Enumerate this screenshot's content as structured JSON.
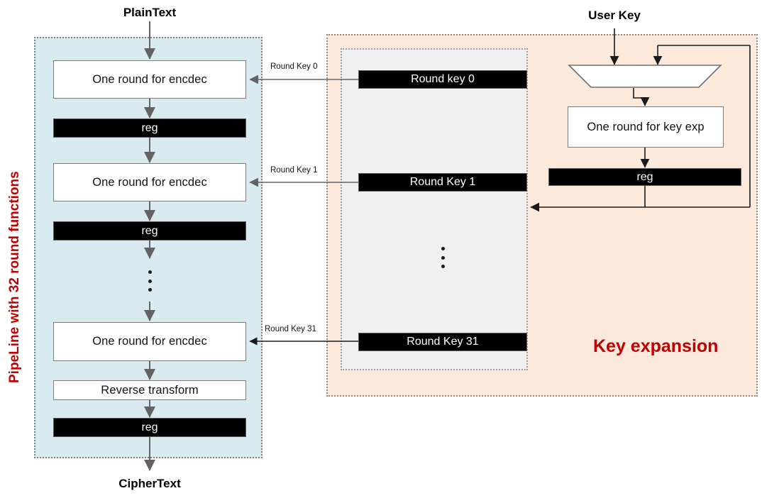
{
  "diagram": {
    "title": "Pipelined block cipher with key expansion",
    "colors": {
      "pipeline_bg": "#daeaf1",
      "keyexp_bg": "#fbe9dc",
      "roundkeys_bg": "#f0f0f0",
      "register_fill": "#000000",
      "accent_red": "#c00000",
      "box_border": "#7a7a7a",
      "arrow_gray": "#636363",
      "arrow_black": "#1a1a1a"
    },
    "io": {
      "plaintext": "PlainText",
      "ciphertext": "CipherText",
      "user_key": "User Key"
    },
    "pipeline": {
      "side_label": "PipeLine with 32 round functions",
      "stages": [
        {
          "type": "round",
          "label": "One round for encdec"
        },
        {
          "type": "register",
          "label": "reg"
        },
        {
          "type": "round",
          "label": "One round for encdec"
        },
        {
          "type": "register",
          "label": "reg"
        },
        {
          "type": "ellipsis",
          "label": ""
        },
        {
          "type": "round",
          "label": "One round for encdec"
        },
        {
          "type": "transform",
          "label": "Reverse transform"
        },
        {
          "type": "register",
          "label": "reg"
        }
      ]
    },
    "round_keys": {
      "items": [
        {
          "label": "Round key 0"
        },
        {
          "label": "Round Key 1"
        },
        {
          "label": "Round Key 31"
        }
      ],
      "ellipsis": ""
    },
    "wire_labels": {
      "key0": "Round Key 0",
      "key1": "Round Key 1",
      "key31": "Round Key 31"
    },
    "key_expansion": {
      "title": "Key expansion",
      "mux_label": "",
      "round_label": "One round for key exp",
      "register_label": "reg"
    }
  }
}
